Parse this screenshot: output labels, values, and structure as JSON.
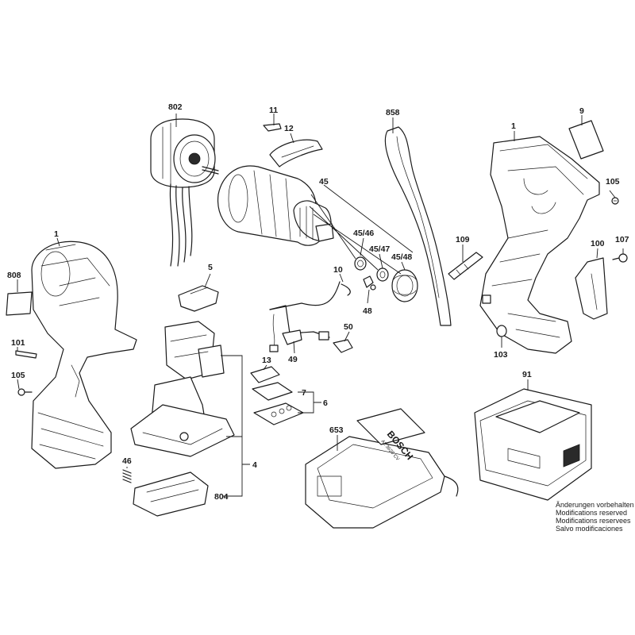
{
  "parts": [
    {
      "id": "802",
      "label": "802"
    },
    {
      "id": "11",
      "label": "11"
    },
    {
      "id": "12",
      "label": "12"
    },
    {
      "id": "858",
      "label": "858"
    },
    {
      "id": "9",
      "label": "9"
    },
    {
      "id": "1a",
      "label": "1"
    },
    {
      "id": "1b",
      "label": "1"
    },
    {
      "id": "45",
      "label": "45"
    },
    {
      "id": "45-46",
      "label": "45/46"
    },
    {
      "id": "45-47",
      "label": "45/47"
    },
    {
      "id": "45-48",
      "label": "45/48"
    },
    {
      "id": "48",
      "label": "48"
    },
    {
      "id": "10",
      "label": "10"
    },
    {
      "id": "50",
      "label": "50"
    },
    {
      "id": "49",
      "label": "49"
    },
    {
      "id": "105a",
      "label": "105"
    },
    {
      "id": "105b",
      "label": "105"
    },
    {
      "id": "107",
      "label": "107"
    },
    {
      "id": "109",
      "label": "109"
    },
    {
      "id": "100",
      "label": "100"
    },
    {
      "id": "103",
      "label": "103"
    },
    {
      "id": "808",
      "label": "808"
    },
    {
      "id": "101",
      "label": "101"
    },
    {
      "id": "5",
      "label": "5"
    },
    {
      "id": "13",
      "label": "13"
    },
    {
      "id": "7",
      "label": "7"
    },
    {
      "id": "6",
      "label": "6"
    },
    {
      "id": "4",
      "label": "4"
    },
    {
      "id": "46",
      "label": "46"
    },
    {
      "id": "804",
      "label": "804"
    },
    {
      "id": "653",
      "label": "653"
    },
    {
      "id": "91",
      "label": "91"
    }
  ],
  "charger_brand": "BOSCH",
  "charger_model": "AL 3620 CV",
  "notice": [
    "Änderungen vorbehalten",
    "Modifications reserved",
    "Modifications reservees",
    "Salvo modificaciones"
  ]
}
